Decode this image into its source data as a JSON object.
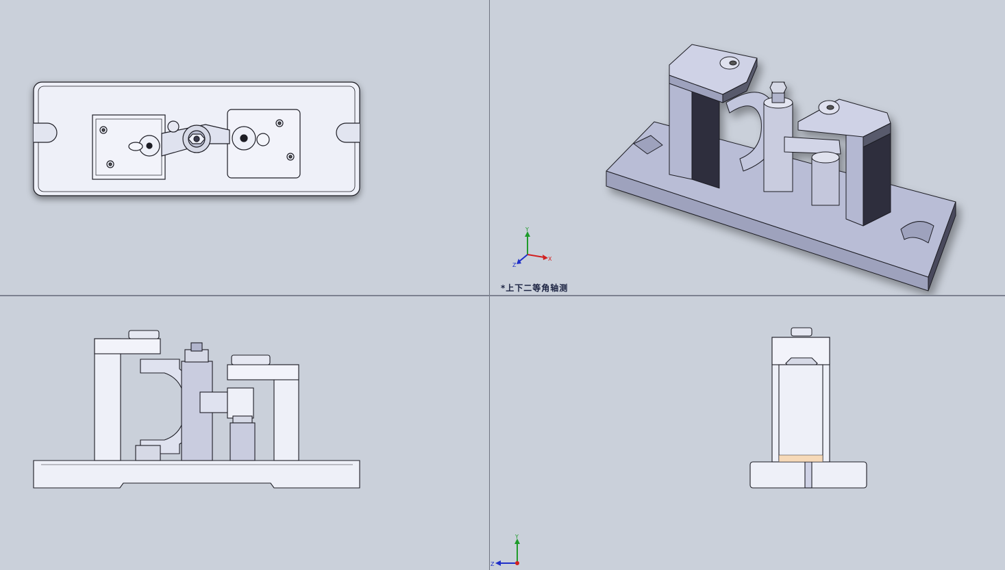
{
  "app": {
    "name": "SolidWorks model viewport (4-view layout)"
  },
  "viewports": {
    "iso": {
      "label": "*上下二等角轴测"
    }
  },
  "triad": {
    "x": "X",
    "y": "Y",
    "z": "Z"
  },
  "colors": {
    "background": "#cad0da",
    "part_light": "#eef0f8",
    "part_mid": "#b9bdd6",
    "part_dark": "#3a3a4c",
    "edge": "#1c1c24",
    "axis_x": "#d22020",
    "axis_y": "#1e9a2a",
    "axis_z": "#1f2fc8"
  }
}
